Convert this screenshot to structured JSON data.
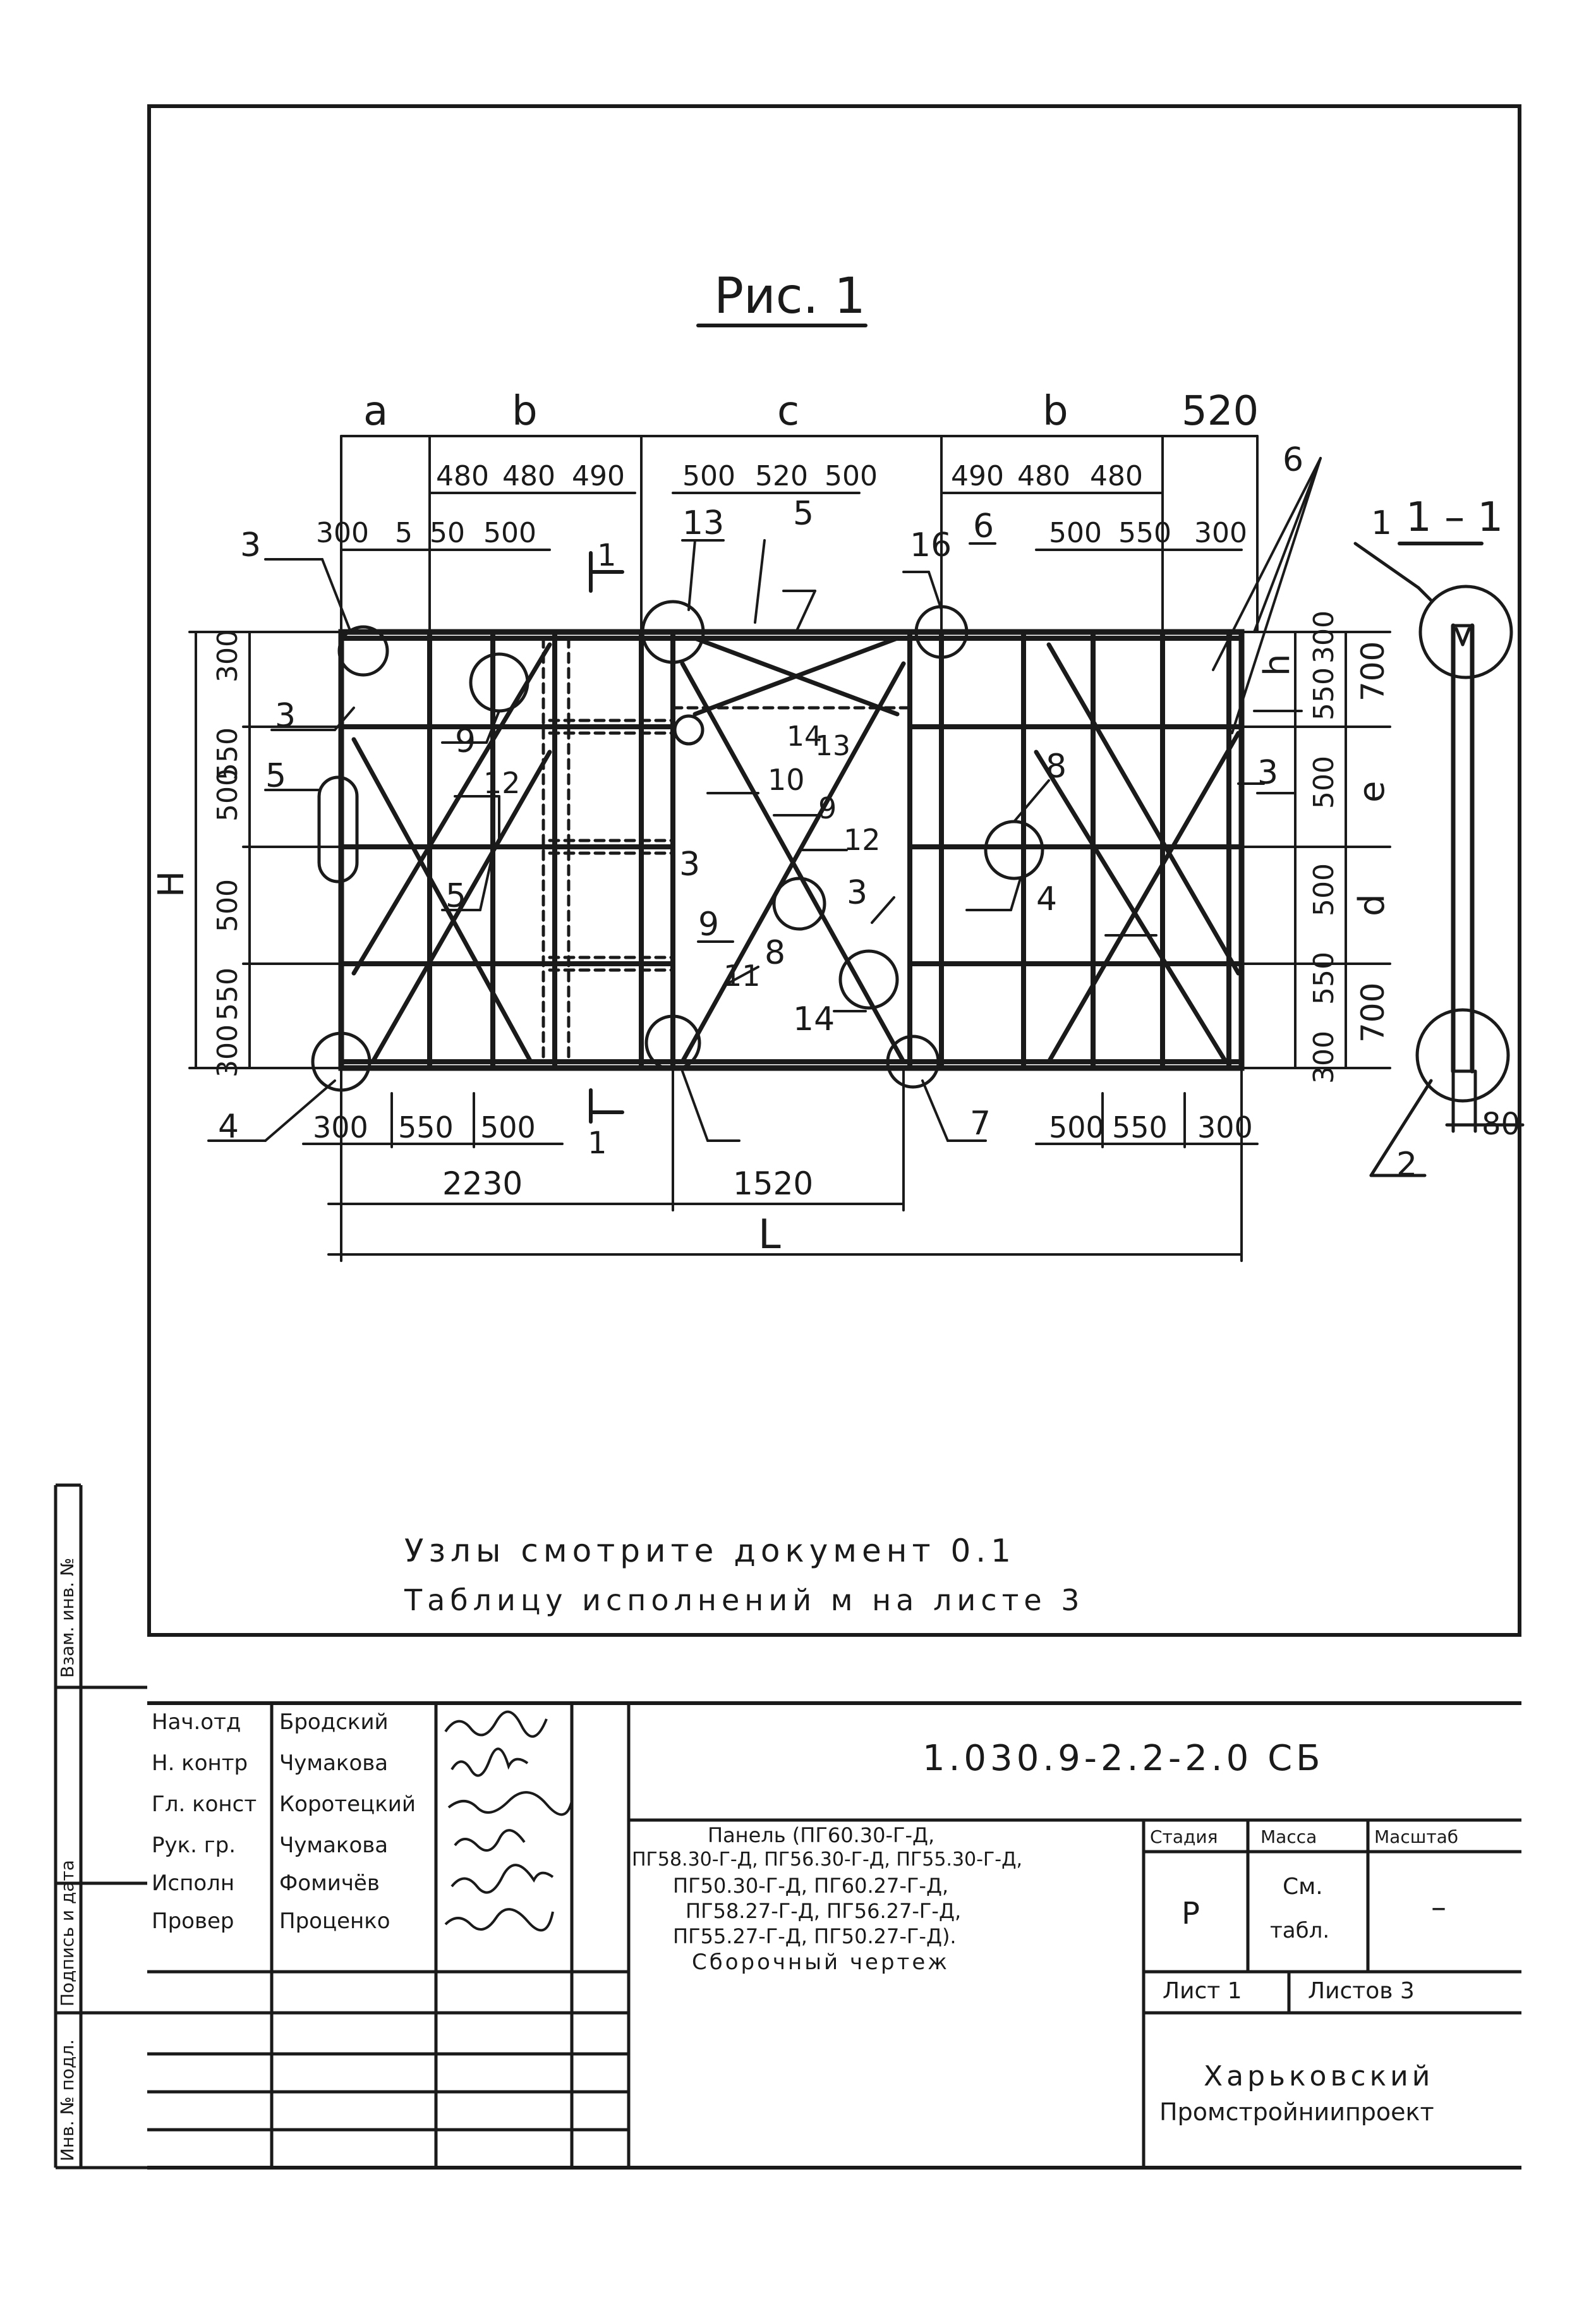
{
  "figure": {
    "title": "Рис. 1",
    "section_label": "1 – 1",
    "section_cut_marks": [
      "1",
      "1"
    ],
    "top_letters": [
      "a",
      "b",
      "c",
      "b",
      "520"
    ],
    "top_dims_row1": [
      "480",
      "480",
      "490",
      "500",
      "520",
      "500",
      "490",
      "480",
      "480"
    ],
    "top_dims_row2": [
      "300",
      "5",
      "50",
      "500",
      "500",
      "550",
      "300"
    ],
    "left_dims": [
      "300",
      "550",
      "500",
      "500",
      "550",
      "300"
    ],
    "left_overall": "H",
    "right_dims": [
      "300",
      "550",
      "500",
      "500",
      "550",
      "300"
    ],
    "right_letters": [
      "h",
      "e",
      "d"
    ],
    "right_groups": [
      "700",
      "700"
    ],
    "bottom_dims_left": [
      "300",
      "550",
      "500"
    ],
    "bottom_dims_right": [
      "500",
      "550",
      "300"
    ],
    "bottom_spans": [
      "2230",
      "1520"
    ],
    "bottom_overall": "L",
    "section_bottom_dim": "80",
    "callouts": [
      "1",
      "2",
      "3",
      "3",
      "3",
      "3",
      "3",
      "4",
      "4",
      "5",
      "5",
      "5",
      "6",
      "6",
      "7",
      "8",
      "8",
      "9",
      "9",
      "10",
      "11",
      "12",
      "12",
      "13",
      "13",
      "14",
      "14",
      "16",
      "9"
    ]
  },
  "notes": {
    "line1": "Узлы смотрите документ 0.1",
    "line2": "Таблицу исполнений м на листе 3"
  },
  "title_block": {
    "doc_code": "1.030.9-2.2-2.0 СБ",
    "roles": [
      {
        "role": "Нач.отд",
        "name": "Бродский"
      },
      {
        "role": "Н. контр",
        "name": "Чумакова"
      },
      {
        "role": "Гл. конст",
        "name": "Коротецкий"
      },
      {
        "role": "Рук. гр.",
        "name": "Чумакова"
      },
      {
        "role": "Исполн",
        "name": "Фомичёв"
      },
      {
        "role": "Провер",
        "name": "Проценко"
      }
    ],
    "description": [
      "Панель (ПГ60.30-Г-Д,",
      "ПГ58.30-Г-Д, ПГ56.30-Г-Д, ПГ55.30-Г-Д,",
      "ПГ50.30-Г-Д, ПГ60.27-Г-Д,",
      "ПГ58.27-Г-Д, ПГ56.27-Г-Д,",
      "ПГ55.27-Г-Д, ПГ50.27-Г-Д).",
      "Сборочный чертеж"
    ],
    "stage_header": "Стадия",
    "mass_header": "Масса",
    "scale_header": "Масштаб",
    "stage_value": "Р",
    "mass_value_1": "См.",
    "mass_value_2": "табл.",
    "scale_value": "–",
    "sheet_label": "Лист 1",
    "sheets_label": "Листов 3",
    "org_line1": "Харьковский",
    "org_line2": "Промстройниипроект"
  },
  "side_stamp": {
    "inv_orig": "Инв. № подл.",
    "sign_date": "Подпись и дата",
    "inv_replace": "Взам. инв. №"
  }
}
